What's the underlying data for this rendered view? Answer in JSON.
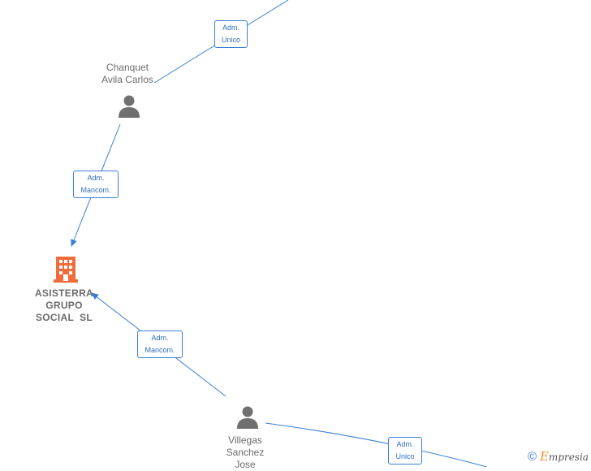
{
  "nodes": {
    "chanquet": {
      "lines": [
        "Chanquet",
        "Avila Carlos"
      ]
    },
    "villegas": {
      "lines": [
        "Villegas",
        "Sanchez",
        "Jose"
      ]
    },
    "company": {
      "lines": [
        "ASISTERRA",
        "GRUPO",
        "SOCIAL  SL"
      ]
    }
  },
  "edges": {
    "top": {
      "lines": [
        "Adm.",
        "Unico"
      ]
    },
    "chanquet_company": {
      "lines": [
        "Adm.",
        "Mancom."
      ]
    },
    "villegas_company": {
      "lines": [
        "Adm.",
        "Mancom."
      ]
    },
    "villegas_right": {
      "lines": [
        "Adm.",
        "Unico"
      ]
    }
  },
  "colors": {
    "edge": "#3a7fd5",
    "person": "#707070",
    "company": "#f26b3a"
  },
  "watermark": {
    "copyright": "©",
    "brand_initial": "E",
    "brand_rest": "mpresia"
  }
}
